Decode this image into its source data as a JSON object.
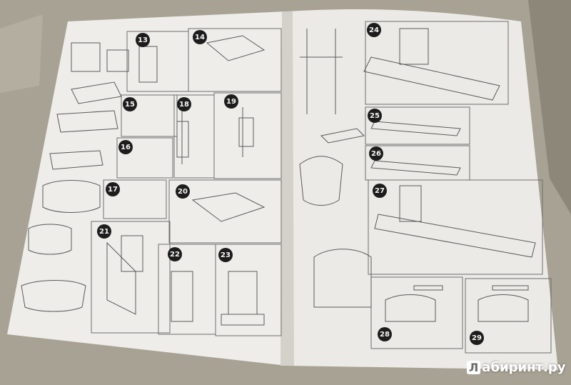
{
  "steps": {
    "s13": "13",
    "s14": "14",
    "s15": "15",
    "s16": "16",
    "s17": "17",
    "s18": "18",
    "s19": "19",
    "s20": "20",
    "s21": "21",
    "s22": "22",
    "s23": "23",
    "s24": "24",
    "s25": "25",
    "s26": "26",
    "s27": "27",
    "s28": "28",
    "s29": "29"
  },
  "watermark": {
    "mark": "Л",
    "text": "абиринт.ру"
  },
  "colors": {
    "background": "#a8a294",
    "paper": "#eeedea",
    "line": "#6e6e6e",
    "badge": "#1d1d1d"
  }
}
